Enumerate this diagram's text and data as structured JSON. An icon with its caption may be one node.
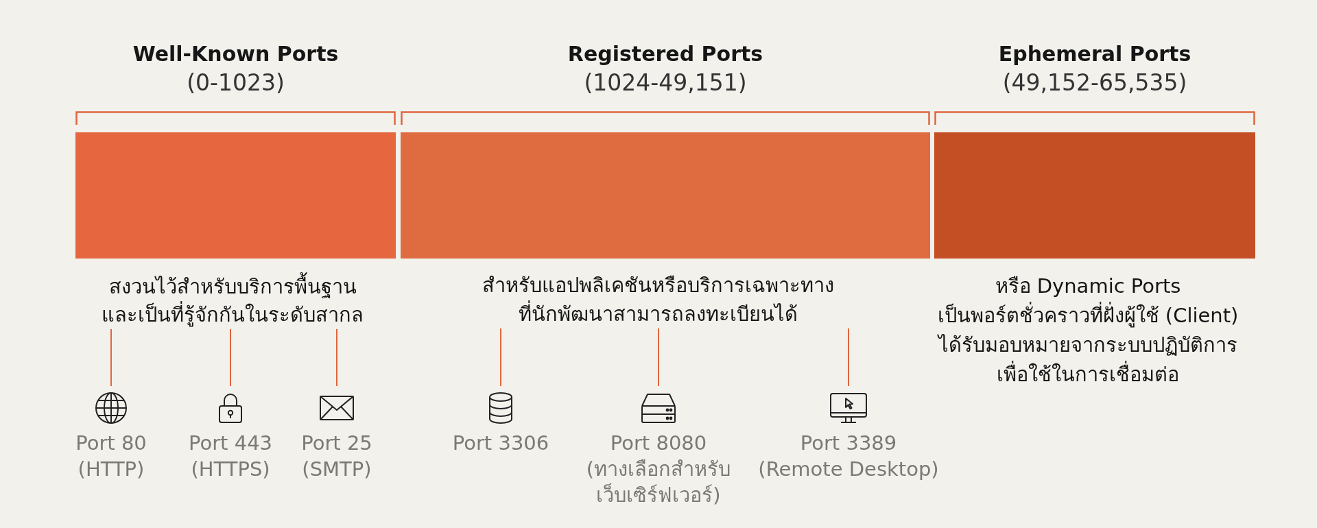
{
  "diagram": {
    "nodes": [
      {
        "text": [
          "Well-Known Ports",
          "(0-1023)"
        ]
      },
      {
        "text": [
          "Registered Ports",
          "(1024-49,151)"
        ]
      },
      {
        "text": [
          "Ephemeral Ports",
          "(49,152-65,535)"
        ],
        "beside": [
          "หรือ Dynamic Ports",
          "เป็นพอร์ตชั่วคราวที่ฝั่งผู้ใช้ (Client) ได้รับมอบหมายจากระบบปฏิบัติการเพื่อใช้ในการเชื่อมต่อ"
        ]
      },
      {
        "text": [
          "สงวนไว้สำหรับบริการพื้นฐานและเป็นที่รู้จักกันในระดับสากล"
        ]
      },
      {
        "text": [
          "สำหรับแอปพลิเคชันหรือบริการเฉพาะทางที่นักพัฒนาสามารถลงทะเบียนได้"
        ]
      },
      {
        "text": [
          "Port 80",
          "(HTTP)"
        ]
      },
      {
        "text": [
          "Port 443",
          "(HTTPS)"
        ]
      },
      {
        "text": [
          "Port 25",
          "(SMTP)"
        ]
      },
      {
        "text": [
          "Port 3306"
        ]
      },
      {
        "text": [
          "Port 8080",
          "(ทางเลือกสำหรับเว็บเซิร์ฟเวอร์)"
        ]
      },
      {
        "text": [
          "Port 3389",
          "(Remote Desktop)"
        ]
      }
    ],
    "edges": [
      {
        "from": 3,
        "to": 5,
        "arrow": "none"
      },
      {
        "from": 3,
        "to": 6,
        "arrow": "none"
      },
      {
        "from": 3,
        "to": 7,
        "arrow": "none"
      },
      {
        "from": 4,
        "to": 8,
        "arrow": "none"
      },
      {
        "from": 4,
        "to": 9,
        "arrow": "none"
      },
      {
        "from": 4,
        "to": 10,
        "arrow": "none"
      }
    ]
  }
}
